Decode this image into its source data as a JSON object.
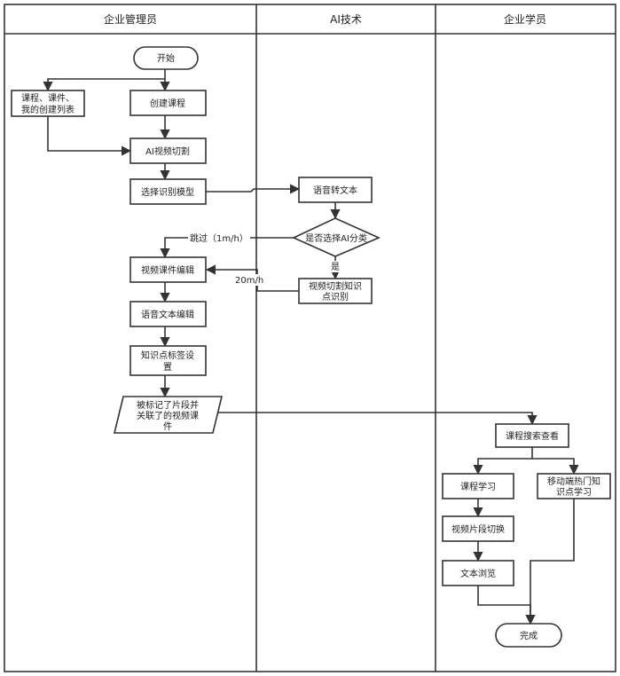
{
  "lanes": [
    {
      "title": "企业管理员"
    },
    {
      "title": "AI技术"
    },
    {
      "title": "企业学员"
    }
  ],
  "nodes": {
    "start": "开始",
    "list": [
      "课程、课件、",
      "我的创建列表"
    ],
    "create_course": "创建课程",
    "ai_cut": "AI视频切割",
    "select_model": "选择识别模型",
    "speech_to_text": "语音转文本",
    "choose_ai": "是否选择AI分类",
    "video_cut_kp": [
      "视频切割知识",
      "点识别"
    ],
    "video_edit": "视频课件编辑",
    "speech_edit": "语音文本编辑",
    "kp_tag": [
      "知识点标签设",
      "置"
    ],
    "marked_video": [
      "被标记了片段并",
      "关联了的视频课",
      "件"
    ],
    "search_view": "课程搜索查看",
    "course_study": "课程学习",
    "mobile_kp": [
      "移动端热门知",
      "识点学习"
    ],
    "segment_switch": "视频片段切换",
    "text_browse": "文本浏览",
    "finish": "完成"
  },
  "edges": {
    "skip_label": "跳过（1m/h）",
    "yes_label": "是",
    "rate_label": "20m/h"
  }
}
